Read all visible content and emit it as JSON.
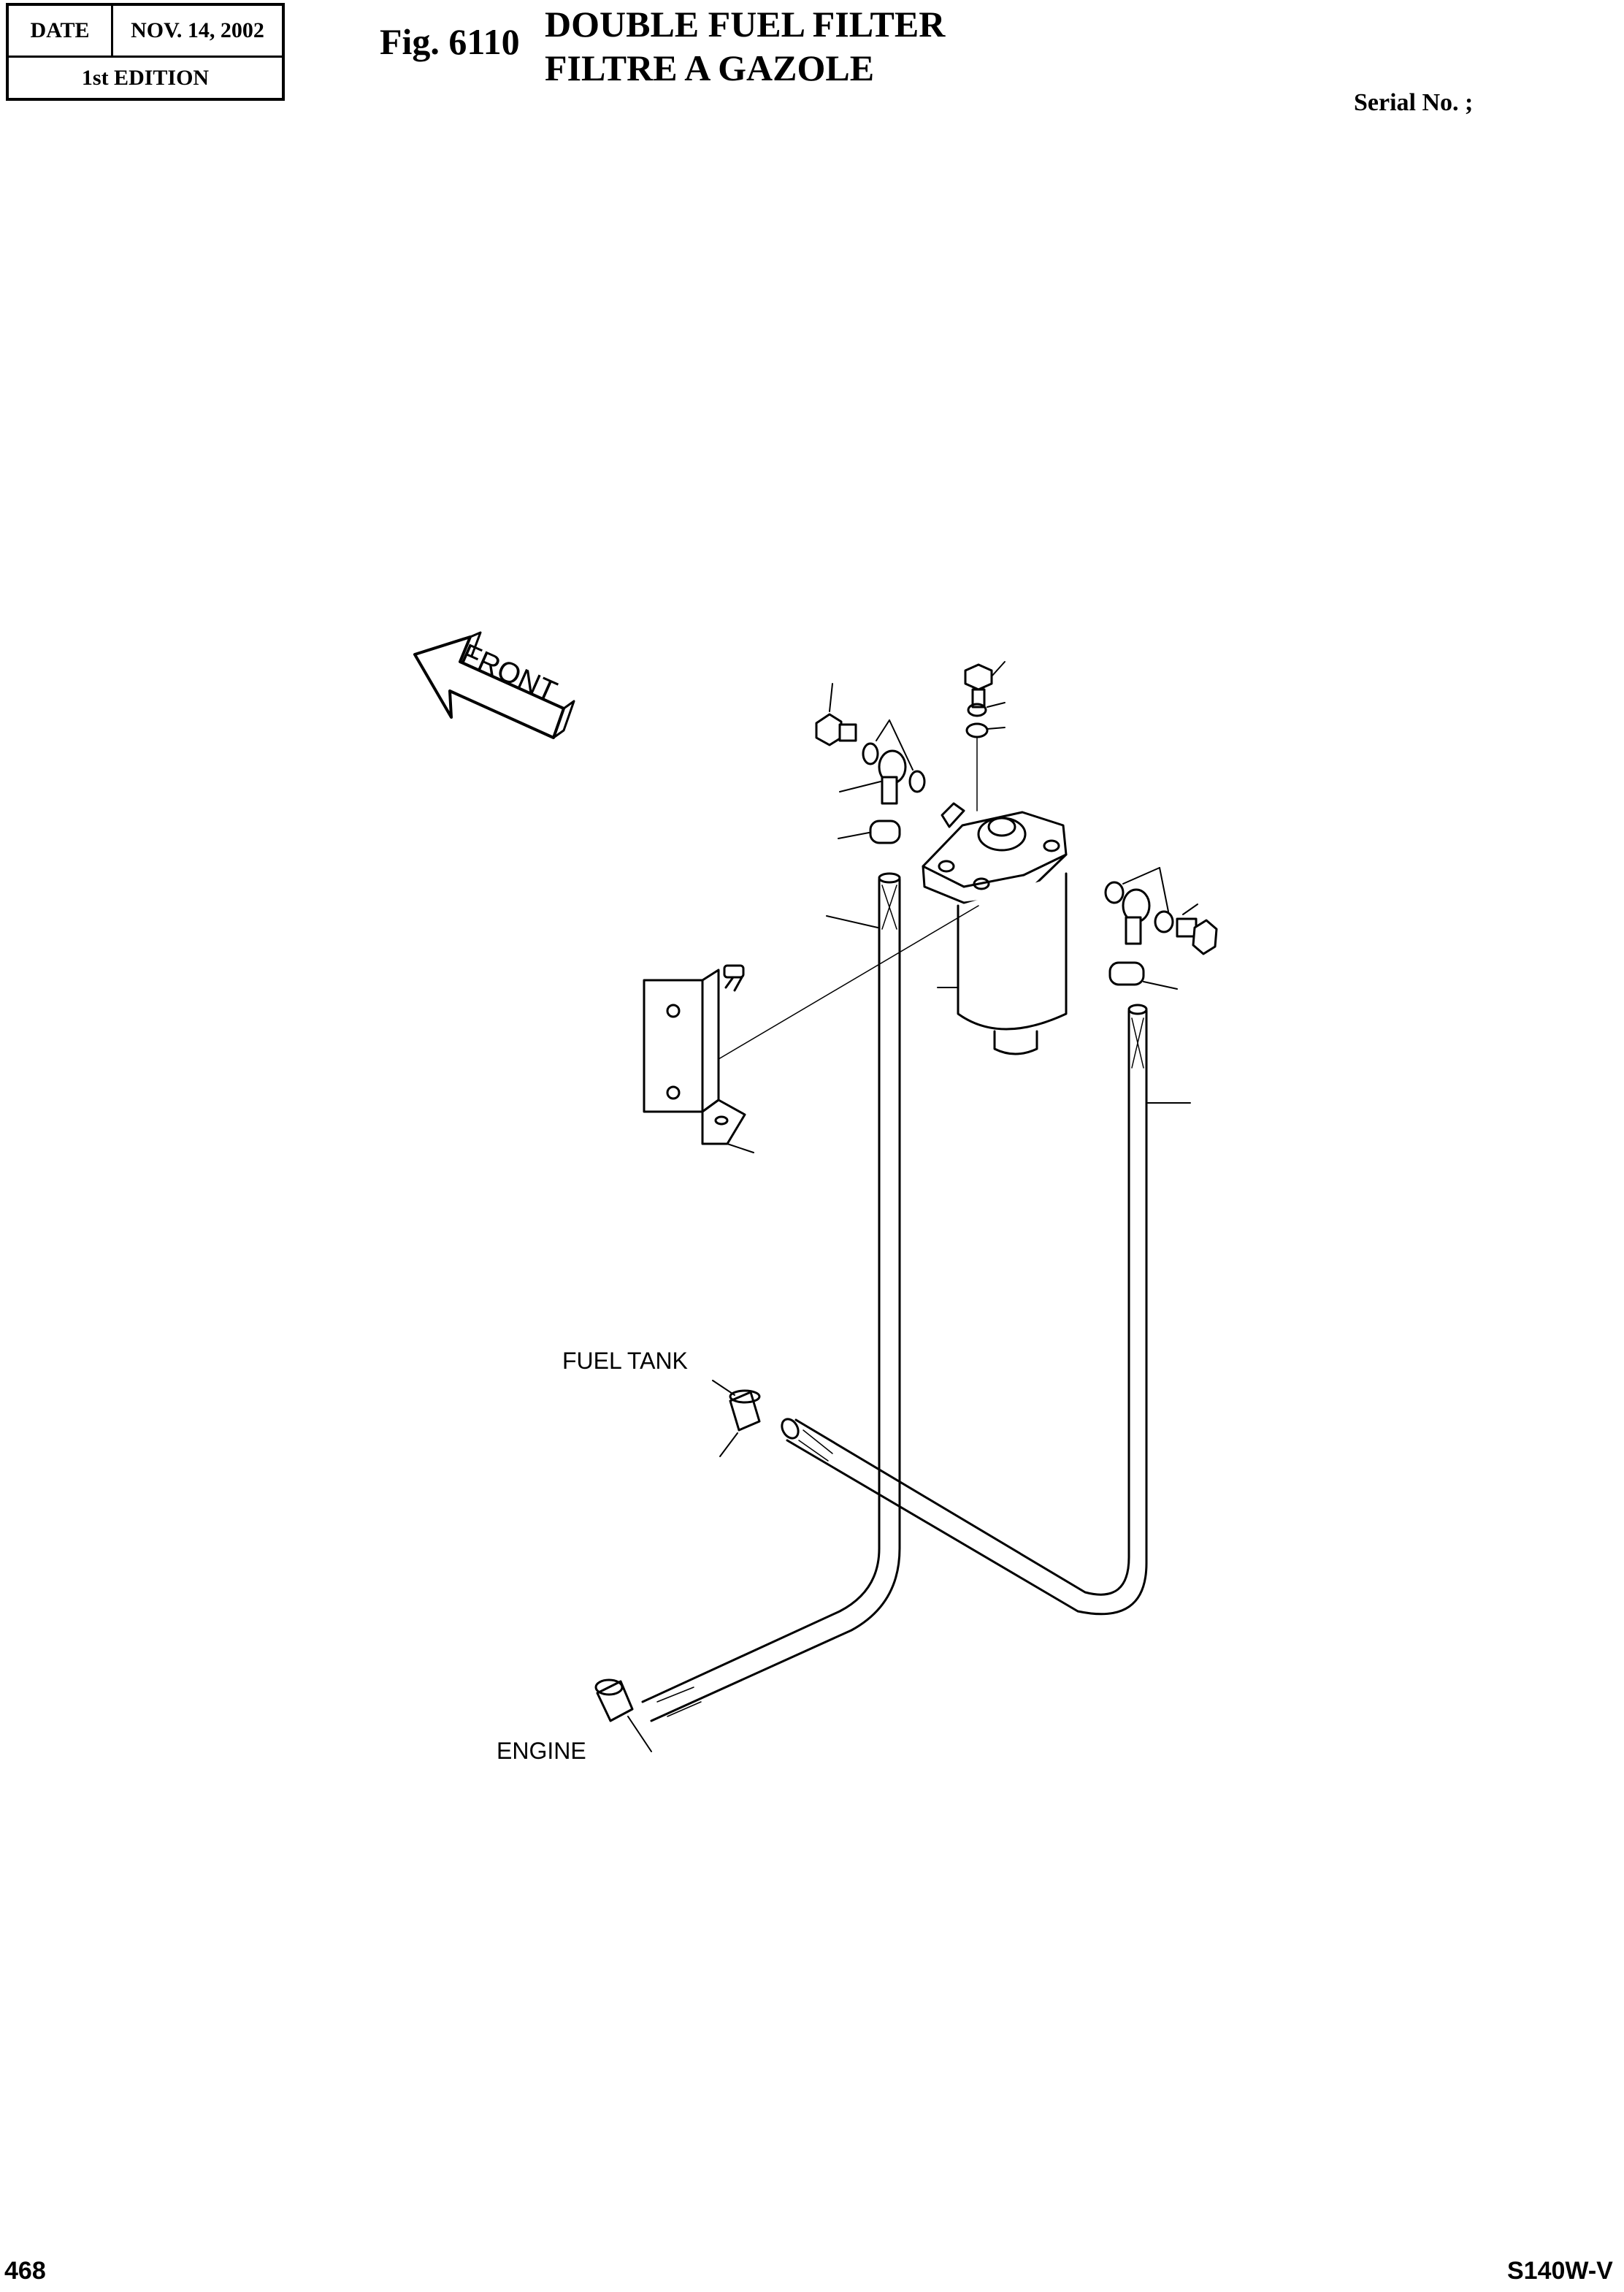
{
  "header": {
    "date_label": "DATE",
    "date_value": "NOV.  14, 2002",
    "edition": "1st EDITION",
    "fig_number": "Fig. 6110",
    "title_en": "DOUBLE FUEL FILTER",
    "title_fr": "FILTRE A GAZOLE",
    "serial": "Serial No. ;"
  },
  "diagram": {
    "front_label": "FRONT",
    "fuel_tank_label": "FUEL TANK",
    "engine_label": "ENGINE"
  },
  "footer": {
    "page_number": "468",
    "model": "S140W-V"
  }
}
